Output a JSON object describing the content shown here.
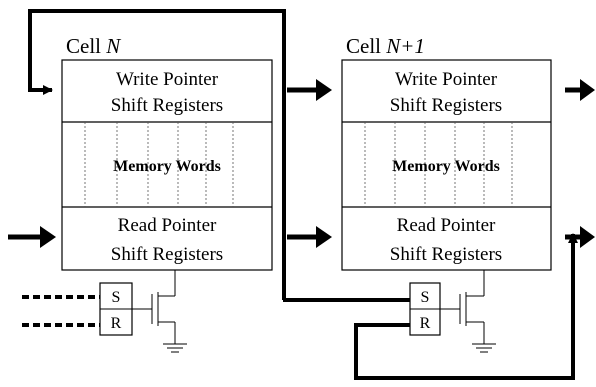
{
  "cells": [
    {
      "title_prefix": "Cell ",
      "title_var": "N",
      "write_block": [
        "Write Pointer",
        "Shift Registers"
      ],
      "memory_label": "Memory Words",
      "read_block": [
        "Read Pointer",
        "Shift Registers"
      ],
      "latch_s": "S",
      "latch_r": "R"
    },
    {
      "title_prefix": "Cell ",
      "title_var": "N+1",
      "write_block": [
        "Write Pointer",
        "Shift Registers"
      ],
      "memory_label": "Memory Words",
      "read_block": [
        "Read Pointer",
        "Shift Registers"
      ],
      "latch_s": "S",
      "latch_r": "R"
    }
  ]
}
